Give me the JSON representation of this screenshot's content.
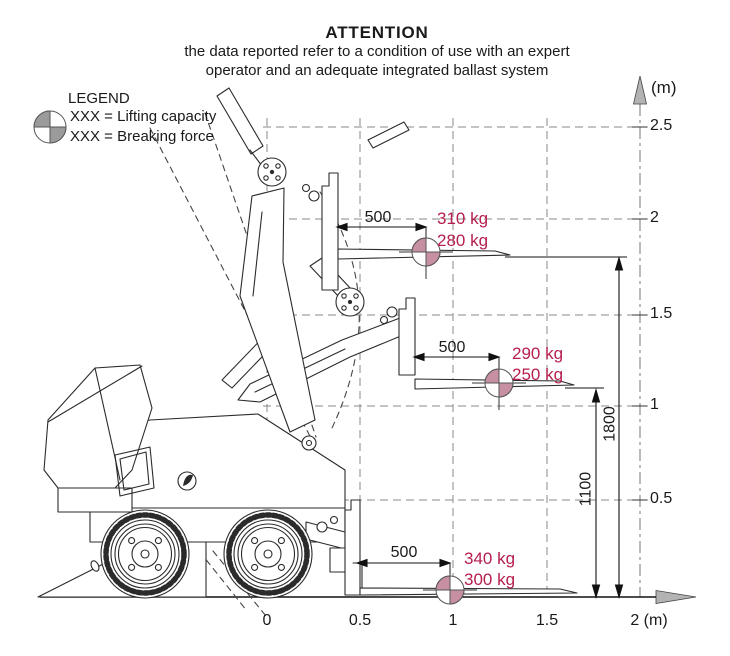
{
  "attention": {
    "title": "ATTENTION",
    "line1": "the data reported refer to a condition of use with an expert",
    "line2": "operator and an adequate integrated ballast system"
  },
  "legend": {
    "heading": "LEGEND",
    "lifting": "XXX = Lifting capacity",
    "breaking": "XXX = Breaking force",
    "symbol": "center-of-gravity-icon"
  },
  "load_points": [
    {
      "boom_position": "high",
      "distance_to_load_center": "500",
      "lifting_capacity": "310 kg",
      "breaking_force": "280 kg"
    },
    {
      "boom_position": "mid",
      "distance_to_load_center": "500",
      "lifting_capacity": "290 kg",
      "breaking_force": "250 kg"
    },
    {
      "boom_position": "low",
      "distance_to_load_center": "500",
      "lifting_capacity": "340 kg",
      "breaking_force": "300 kg"
    }
  ],
  "height_dimensions": {
    "high_boom_mm": "1800",
    "mid_boom_mm": "1100"
  },
  "y_axis": {
    "unit": "(m)",
    "ticks": [
      "2.5",
      "2",
      "1.5",
      "1",
      "0.5"
    ]
  },
  "x_axis": {
    "ticks": [
      "0",
      "0.5",
      "1",
      "1.5"
    ],
    "unit_tick": "2 (m)"
  },
  "colors": {
    "load_text": "#b51e4d",
    "load_symbol": "#c78fa2",
    "legend_symbol": "#9b9b9b"
  }
}
